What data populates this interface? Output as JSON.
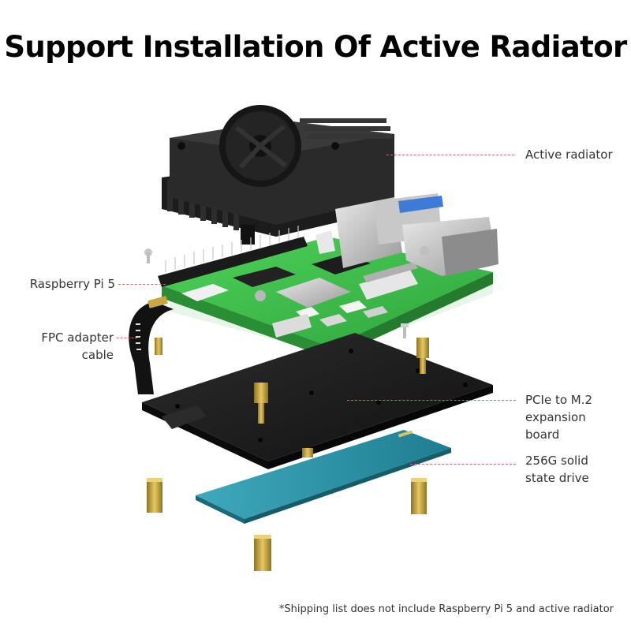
{
  "title": "Support Installation Of Active Radiator",
  "labels": {
    "active_radiator": "Active radiator",
    "raspberry_pi": "Raspberry Pi 5",
    "fpc_line1": "FPC adapter",
    "fpc_line2": "cable",
    "pcie_line1": "PCIe to M.2",
    "pcie_line2": "expansion",
    "pcie_line3": "board",
    "ssd_line1": "256G solid",
    "ssd_line2": "state drive"
  },
  "footnote": "*Shipping list does not include Raspberry Pi 5 and active radiator",
  "colors": {
    "leader_line": "#c96b6b",
    "pcb_green": "#3bbf4a",
    "heatsink": "#2a2a2a",
    "expansion_board": "#1e1e1e",
    "ssd": "#2e8fa3",
    "standoff": "#c9a640"
  }
}
